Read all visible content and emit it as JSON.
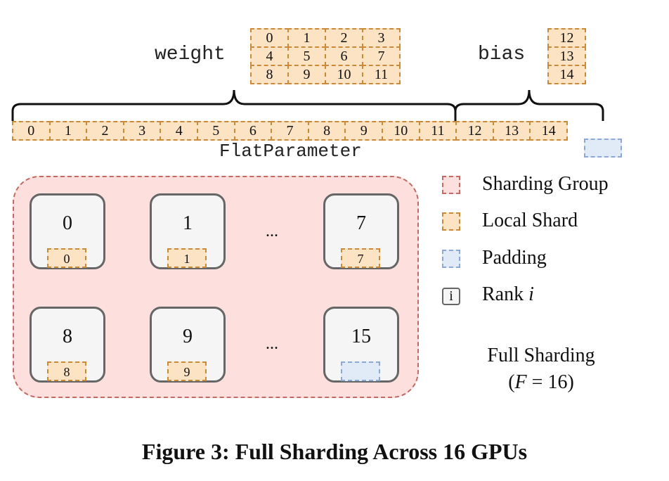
{
  "tensors": {
    "weight": {
      "label": "weight",
      "rows": [
        [
          "0",
          "1",
          "2",
          "3"
        ],
        [
          "4",
          "5",
          "6",
          "7"
        ],
        [
          "8",
          "9",
          "10",
          "11"
        ]
      ]
    },
    "bias": {
      "label": "bias",
      "rows": [
        [
          "12"
        ],
        [
          "13"
        ],
        [
          "14"
        ]
      ]
    }
  },
  "flat_parameter": {
    "label": "FlatParameter",
    "elements": [
      "0",
      "1",
      "2",
      "3",
      "4",
      "5",
      "6",
      "7",
      "8",
      "9",
      "10",
      "11",
      "12",
      "13",
      "14"
    ],
    "padding_count": 1
  },
  "sharding_group": {
    "ranks_row1": [
      {
        "rank": "0",
        "shard": "0",
        "padding": false
      },
      {
        "rank": "1",
        "shard": "1",
        "padding": false
      },
      {
        "rank": "7",
        "shard": "7",
        "padding": false
      }
    ],
    "ranks_row2": [
      {
        "rank": "8",
        "shard": "8",
        "padding": false
      },
      {
        "rank": "9",
        "shard": "9",
        "padding": false
      },
      {
        "rank": "15",
        "shard": "",
        "padding": true
      }
    ],
    "ellipsis": "..."
  },
  "legend": {
    "items": [
      {
        "label": "Sharding Group",
        "swatch": "sharding-group"
      },
      {
        "label": "Local Shard",
        "swatch": "local-shard"
      },
      {
        "label": "Padding",
        "swatch": "padding"
      },
      {
        "label": "Rank ",
        "label_italic": "i",
        "swatch": "rank",
        "swatch_text": "i"
      }
    ]
  },
  "strategy": {
    "line1": "Full Sharding",
    "line2_prefix": "(",
    "line2_var": "F",
    "line2_suffix": " = 16)"
  },
  "caption": "Figure 3: Full Sharding Across 16 GPUs",
  "colors": {
    "local_shard_fill": "#fce3c4",
    "local_shard_border": "#c98a3a",
    "padding_fill": "#e1ebf8",
    "padding_border": "#8ea8d6",
    "group_fill": "#fde0de",
    "group_border": "#c46a64",
    "gpu_fill": "#f5f5f5",
    "gpu_border": "#666666"
  }
}
